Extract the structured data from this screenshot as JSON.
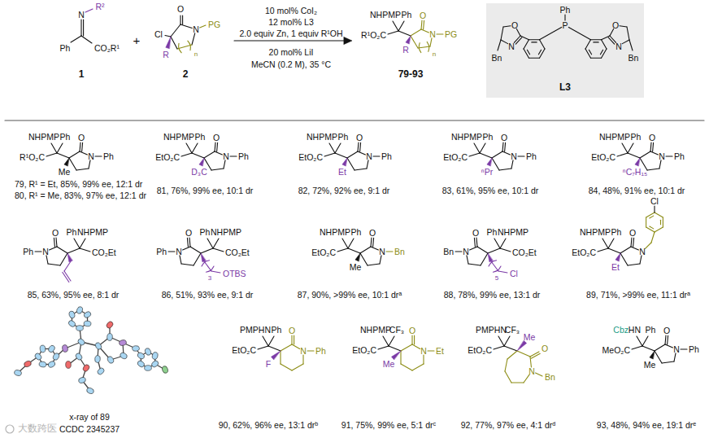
{
  "diagram": {
    "nodes": [
      {
        "text": [
          "Ph",
          "P",
          "O",
          "N",
          "O",
          "N",
          "Bn",
          "Bn",
          "L3"
        ]
      }
    ],
    "labels": [
      "N",
      "R²",
      "Ph",
      "CO₂R¹",
      "1",
      "+",
      "O",
      "N",
      "PG",
      "Cl",
      "R",
      "n",
      "2",
      "10 mol% CoI₂",
      "12 mol% L3",
      "2.0 equiv Zn, 1 equiv R¹OH",
      "20 mol% LiI",
      "MeCN (0.2 M), 35 °C",
      "NHPMP",
      "Ph",
      "R¹O₂C",
      "O",
      "N",
      "PG",
      "R",
      "n",
      "79-93",
      "NHPMP",
      "Ph",
      "R¹O₂C",
      "O",
      "N",
      "Ph",
      "Me",
      "79, R¹ = Et, 85%, 99% ee, 12:1 dr",
      "80, R¹ = Me, 83%, 97% ee, 12:1 dr",
      "NHPMP",
      "Ph",
      "EtO₂C",
      "O",
      "N",
      "Ph",
      "D₃C",
      "81, 76%, 99% ee, 10:1 dr",
      "NHPMP",
      "Ph",
      "EtO₂C",
      "O",
      "N",
      "Ph",
      "Et",
      "82, 72%, 92% ee, 9:1 dr",
      "NHPMP",
      "Ph",
      "EtO₂C",
      "O",
      "N",
      "Ph",
      "ⁿPr",
      "83, 61%, 95% ee, 10:1 dr",
      "NHPMP",
      "Ph",
      "EtO₂C",
      "O",
      "N",
      "Ph",
      "ⁿC₇H₁₅",
      "84, 48%, 91% ee, 10:1 dr",
      "NHPMP",
      "Ph",
      "CO₂Et",
      "O",
      "N",
      "Ph",
      "85, 63%, 95% ee, 8:1 dr",
      "NHPMP",
      "Ph",
      "CO₂Et",
      "O",
      "N",
      "Ph",
      "3",
      "OTBS",
      "86, 51%, 93% ee, 9:1 dr",
      "NHPMP",
      "Ph",
      "EtO₂C",
      "O",
      "N",
      "Bn",
      "Me",
      "87, 90%, >99% ee, 10:1 drᵃ",
      "NHPMP",
      "Ph",
      "CO₂Et",
      "O",
      "N",
      "Bn",
      "5",
      "Cl",
      "88, 78%, 99% ee, 13:1 dr",
      "NHPMP",
      "Ph",
      "EtO₂C",
      "O",
      "N",
      "Et",
      "Cl",
      "89, 71%, >99% ee, 11:1 drᵃ",
      "x-ray of 89",
      "CCDC 2345237",
      "PMPHN",
      "Ph",
      "EtO₂C",
      "O",
      "N",
      "Ph",
      "F",
      "90, 62%, 96% ee, 13:1 drᵇ",
      "NHPMP",
      "CF₃",
      "EtO₂C",
      "O",
      "N",
      "Et",
      "Me",
      "91, 75%, 99% ee, 5:1 drᶜ",
      "PMPHN",
      "CF₃",
      "EtO₂C",
      "O",
      "N",
      "Bn",
      "Me",
      "92, 77%, 97% ee, 4:1 drᵈ",
      "Cbz",
      "HN",
      "Ph",
      "MeO₂C",
      "O",
      "N",
      "Ph",
      "Me",
      "93, 48%, 94% ee, 19:1 drᵉ",
      "大数跨医"
    ]
  }
}
